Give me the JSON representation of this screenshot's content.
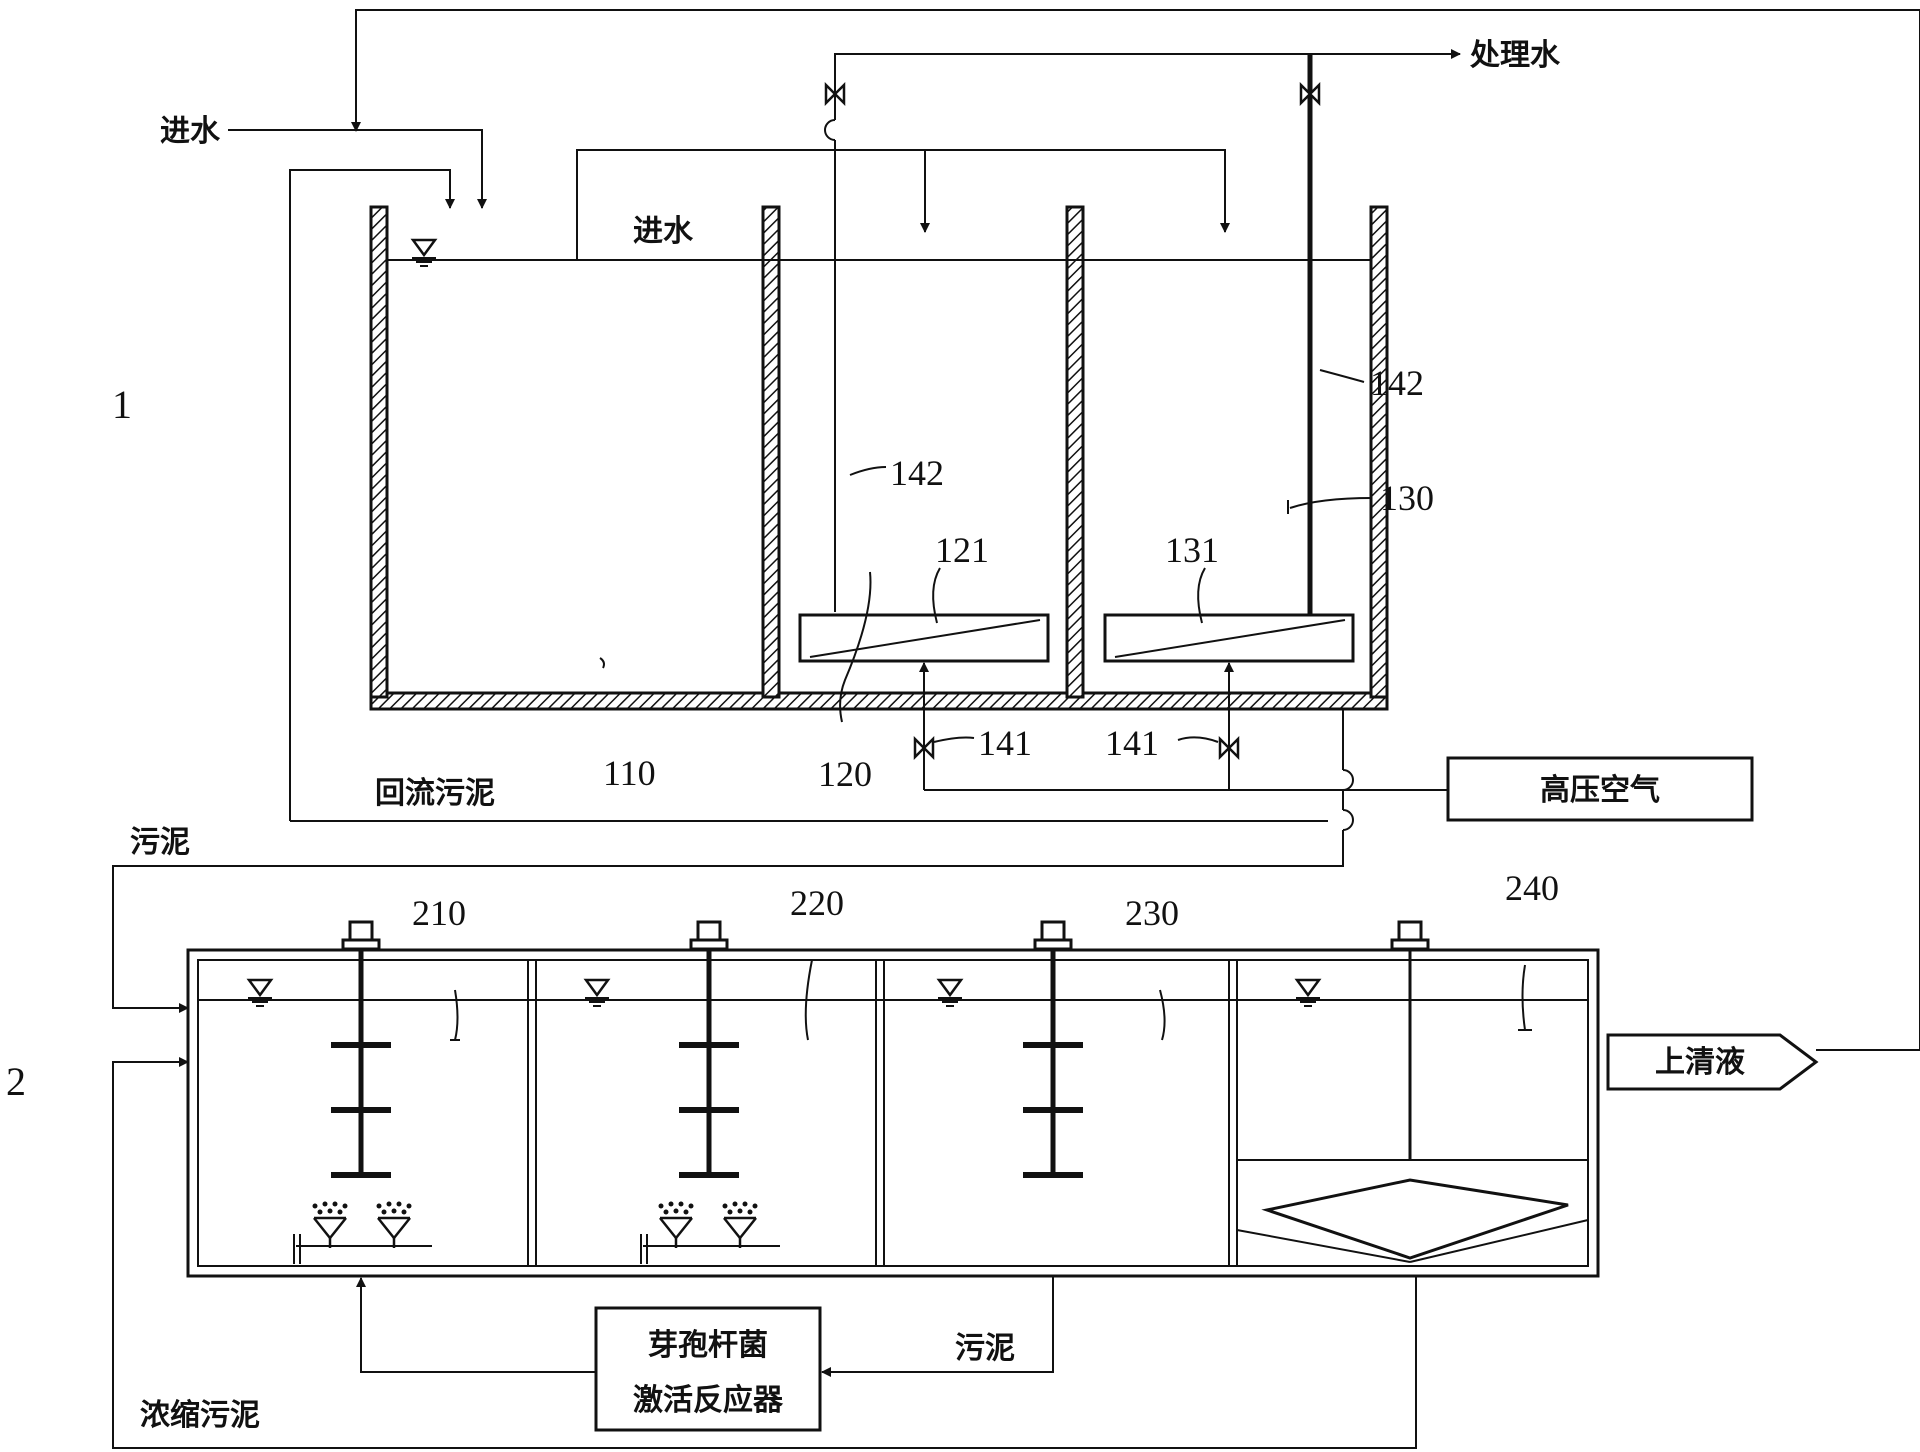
{
  "section_labels": {
    "s1": "1",
    "s2": "2"
  },
  "flow_labels": {
    "inflow_left": "进水",
    "inflow_tank": "进水",
    "treated_water": "处理水",
    "return_sludge": "回流污泥",
    "sludge_top": "污泥",
    "sludge_bottom": "污泥",
    "thickened_sludge": "浓缩污泥"
  },
  "boxes": {
    "high_pressure_air": "高压空气",
    "supernatant": "上清液",
    "reactor_line1": "芽孢杆菌",
    "reactor_line2": "激活反应器"
  },
  "ref_numbers": {
    "n110": "110",
    "n120": "120",
    "n121": "121",
    "n130": "130",
    "n131": "131",
    "n141a": "141",
    "n141b": "141",
    "n142a": "142",
    "n142b": "142",
    "n210": "210",
    "n220": "220",
    "n230": "230",
    "n240": "240"
  }
}
